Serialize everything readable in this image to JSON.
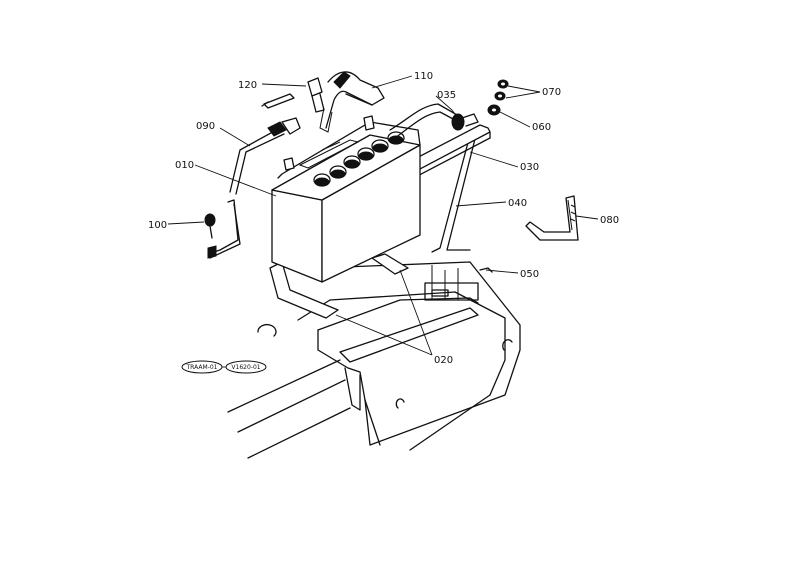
{
  "callouts": [
    {
      "id": "120",
      "text": "120"
    },
    {
      "id": "110",
      "text": "110"
    },
    {
      "id": "035",
      "text": "035"
    },
    {
      "id": "070",
      "text": "070"
    },
    {
      "id": "060",
      "text": "060"
    },
    {
      "id": "090",
      "text": "090"
    },
    {
      "id": "010",
      "text": "010"
    },
    {
      "id": "030",
      "text": "030"
    },
    {
      "id": "040",
      "text": "040"
    },
    {
      "id": "080",
      "text": "080"
    },
    {
      "id": "100",
      "text": "100"
    },
    {
      "id": "050",
      "text": "050"
    },
    {
      "id": "020",
      "text": "020"
    }
  ],
  "stamps": {
    "left": "TRAAM-01",
    "right": "V1620-01"
  }
}
